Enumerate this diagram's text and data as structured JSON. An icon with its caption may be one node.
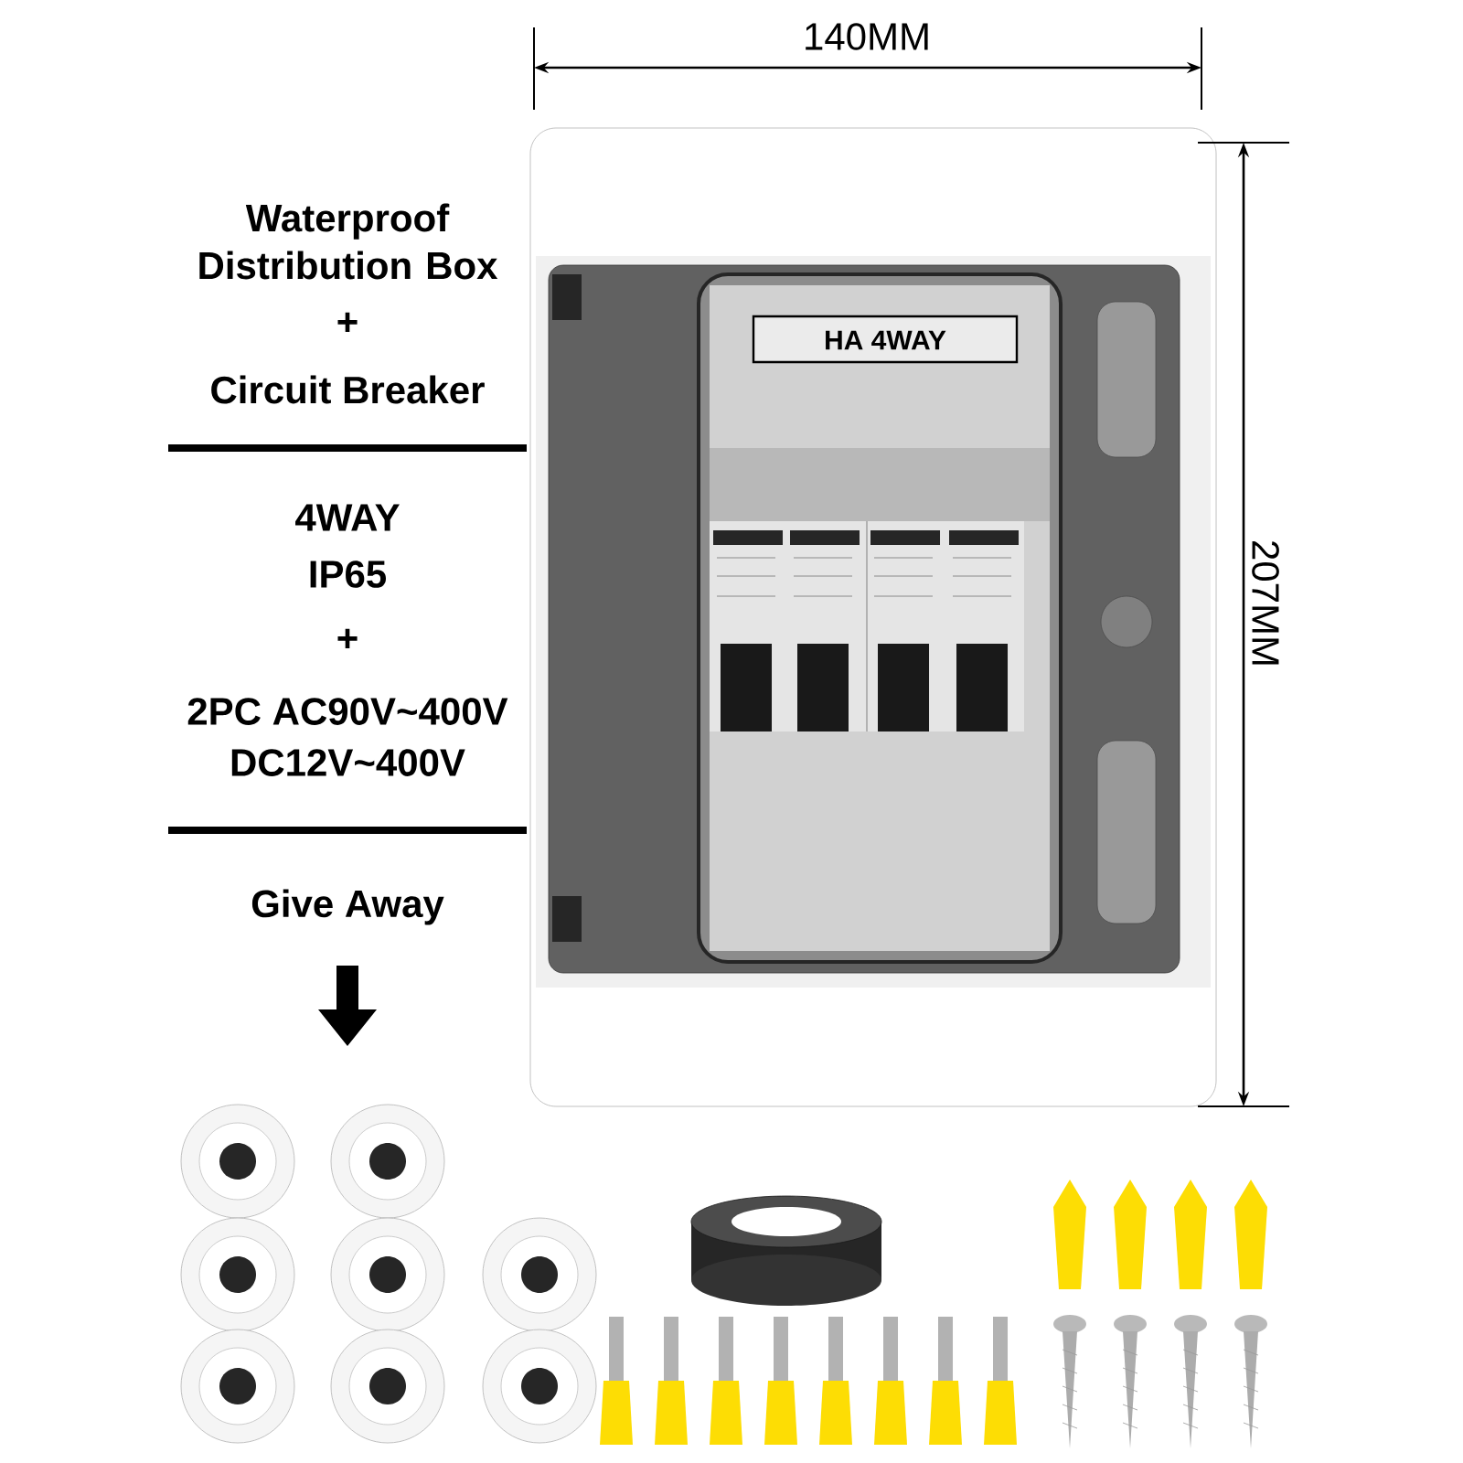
{
  "diagram": {
    "labels": [
      "140MM",
      "207MM",
      "Waterproof Distribution Box",
      "+",
      "Circuit Breaker",
      "4WAY",
      "IP65",
      "+",
      "2PC AC90V~400V",
      "DC12V~400V",
      "Give Away",
      "HA 4WAY"
    ]
  }
}
